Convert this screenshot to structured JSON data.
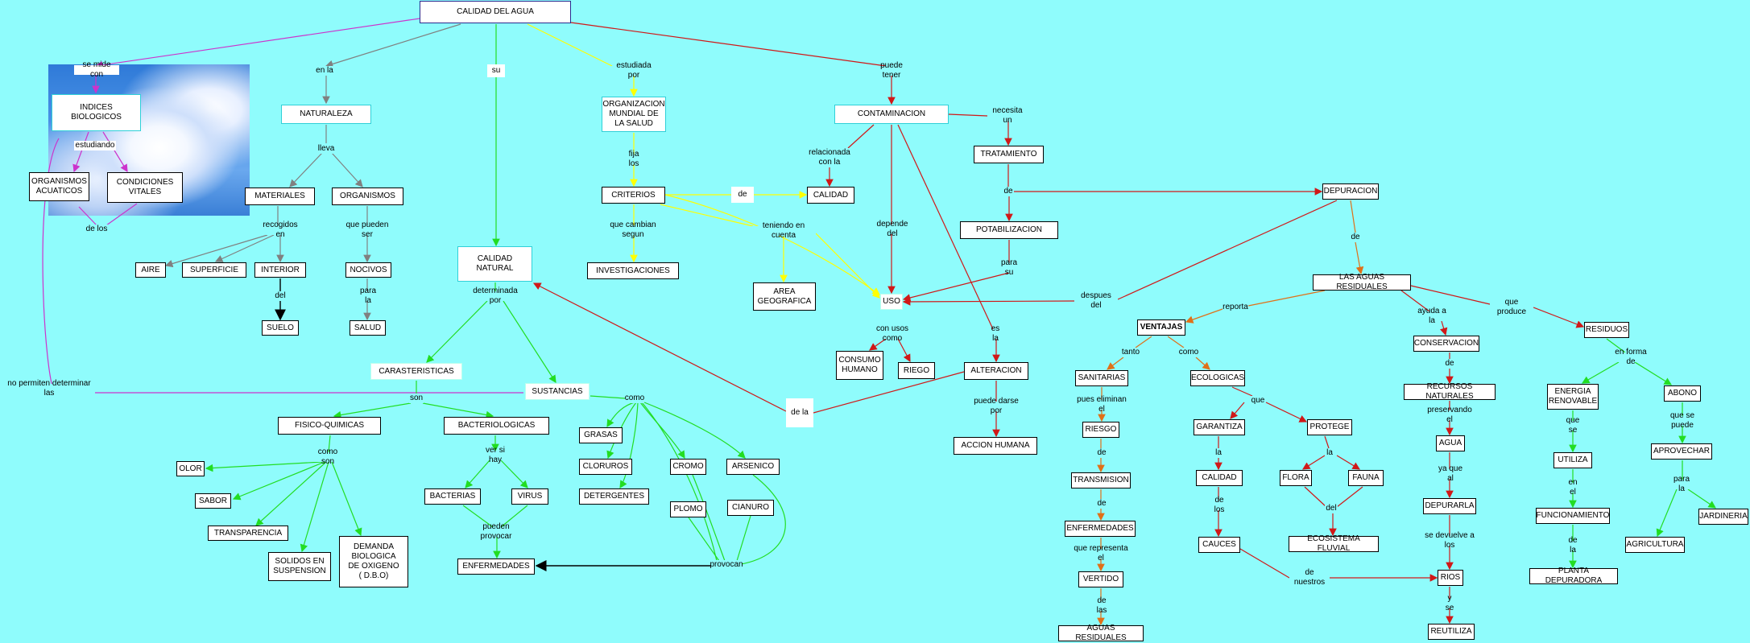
{
  "colors": {
    "background": "#8ffcfc",
    "green": "#22dd22",
    "gray": "#808080",
    "red": "#d01818",
    "yellow": "#ffff00",
    "magenta": "#cc33cc",
    "orange": "#e07018",
    "black": "#000000"
  },
  "nodes": {
    "calidad_agua": "CALIDAD DEL AGUA",
    "l_mide_con": "se mide con",
    "indices": "INDICES\nBIOLOGICOS",
    "l_estudiando": "estudiando",
    "organismos_acuaticos": "ORGANISMOS\nACUATICOS",
    "condiciones_vitales": "CONDICIONES\nVITALES",
    "l_de_los_1": "de los",
    "l_no_permiten": "no permiten determinar las",
    "l_en_la": "en la",
    "naturaleza": "NATURALEZA",
    "l_lleva": "lleva",
    "materiales": "MATERIALES",
    "organismos": "ORGANISMOS",
    "l_recogidos": "recogidos en",
    "l_pueden_ser": "que pueden ser",
    "aire": "AIRE",
    "superficie": "SUPERFICIE",
    "interior": "INTERIOR",
    "nocivos": "NOCIVOS",
    "l_del": "del",
    "suelo": "SUELO",
    "l_para_la": "para la",
    "salud": "SALUD",
    "l_su": "su",
    "calidad_natural": "CALIDAD\nNATURAL",
    "l_determinada": "determinada por",
    "carasteristicas": "CARASTERISTICAS",
    "sustancias": "SUSTANCIAS",
    "l_son": "son",
    "fisico_quimicas": "FISICO-QUIMICAS",
    "bacteriologicas": "BACTERIOLOGICAS",
    "l_como_son": "como son",
    "olor": "OLOR",
    "sabor": "SABOR",
    "transparencia": "TRANSPARENCIA",
    "solidos": "SOLIDOS EN\nSUSPENSION",
    "dbo": "DEMANDA\nBIOLOGICA\nDE OXIGENO\n( D.B.O)",
    "l_ver_si_hay": "ver si hay",
    "bacterias": "BACTERIAS",
    "virus": "VIRUS",
    "l_pueden_provocar": "pueden provocar",
    "enfermedades_1": "ENFERMEDADES",
    "l_como_1": "como",
    "grasas": "GRASAS",
    "cloruros": "CLORUROS",
    "detergentes": "DETERGENTES",
    "cromo": "CROMO",
    "plomo": "PLOMO",
    "arsenico": "ARSENICO",
    "cianuro": "CIANURO",
    "l_provocan": "provocan",
    "l_estudiada_por": "estudiada por",
    "oms": "ORGANIZACION\nMUNDIAL DE\nLA SALUD",
    "l_fija_los": "fija los",
    "criterios": "CRITERIOS",
    "l_de_1": "de",
    "calidad_box": "CALIDAD",
    "l_cambian": "que cambian segun",
    "investigaciones": "INVESTIGACIONES",
    "l_teniendo": "teniendo en cuenta",
    "area_geografica": "AREA\nGEOGRAFICA",
    "l_puede_tener": "puede tener",
    "contaminacion": "CONTAMINACION",
    "l_relacionada": "relacionada\ncon la",
    "l_depende": "depende del",
    "uso": "USO",
    "l_usos_como": "con usos como",
    "consumo_humano": "CONSUMO\nHUMANO",
    "riego": "RIEGO",
    "l_es_la": "es la",
    "alteracion": "ALTERACION",
    "l_de_la": "de la",
    "l_puede_darse": "puede darse por",
    "accion_humana": "ACCION HUMANA",
    "l_necesita": "necesita un",
    "tratamiento": "TRATAMIENTO",
    "l_de_2": "de",
    "potabilizacion": "POTABILIZACION",
    "l_para_su": "para su",
    "depuracion": "DEPURACION",
    "l_de_3": "de",
    "l_despues_del": "despues del",
    "aguas_residuales_top": "LAS AGUAS RESIDUALES",
    "l_reporta": "reporta",
    "ventajas": "VENTAJAS",
    "l_tanto": "tanto",
    "l_como_2": "como",
    "sanitarias": "SANITARIAS",
    "l_pues_eliminan": "pues eliminan el",
    "riesgo": "RIESGO",
    "l_de_4": "de",
    "transmision": "TRANSMISION",
    "l_de_5": "de",
    "enfermedades_2": "ENFERMEDADES",
    "l_representa": "que representa el",
    "vertido": "VERTIDO",
    "l_de_las": "de las",
    "aguas_residuales_bottom": "AGUAS RESIDUALES",
    "ecologicas": "ECOLOGICAS",
    "l_que_1": "que",
    "garantiza": "GARANTIZA",
    "protege": "PROTEGE",
    "l_la_1": "la",
    "calidad_2": "CALIDAD",
    "l_de_los_2": "de los",
    "cauces": "CAUCES",
    "l_la_2": "la",
    "flora": "FLORA",
    "fauna": "FAUNA",
    "l_del_2": "del",
    "ecosistema": "ECOSISTEMA FLUVIAL",
    "l_de_nuestros": "de nuestros",
    "l_ayuda": "ayuda a la",
    "conservacion": "CONSERVACION",
    "l_de_6": "de",
    "recursos": "RECURSOS NATURALES",
    "l_preservando": "preservando el",
    "agua": "AGUA",
    "l_ya_que_al": "ya que al",
    "depurarla": "DEPURARLA",
    "l_se_devuelve": "se devuelve a los",
    "rios": "RIOS",
    "l_y_se": "y se",
    "reutiliza": "REUTILIZA",
    "l_produce": "que produce",
    "residuos": "RESIDUOS",
    "l_en_forma": "en forma de",
    "energia": "ENERGIA\nRENOVABLE",
    "abono": "ABONO",
    "l_que_se": "que se",
    "utiliza": "UTILIZA",
    "l_en_el": "en el",
    "funcionamiento": "FUNCIONAMIENTO",
    "l_de_la_2": "de la",
    "planta": "PLANTA DEPURADORA",
    "l_que_se_puede": "que se puede",
    "aprovechar": "APROVECHAR",
    "l_para_la_2": "para la",
    "agricultura": "AGRICULTURA",
    "jardineria": "JARDINERIA"
  }
}
